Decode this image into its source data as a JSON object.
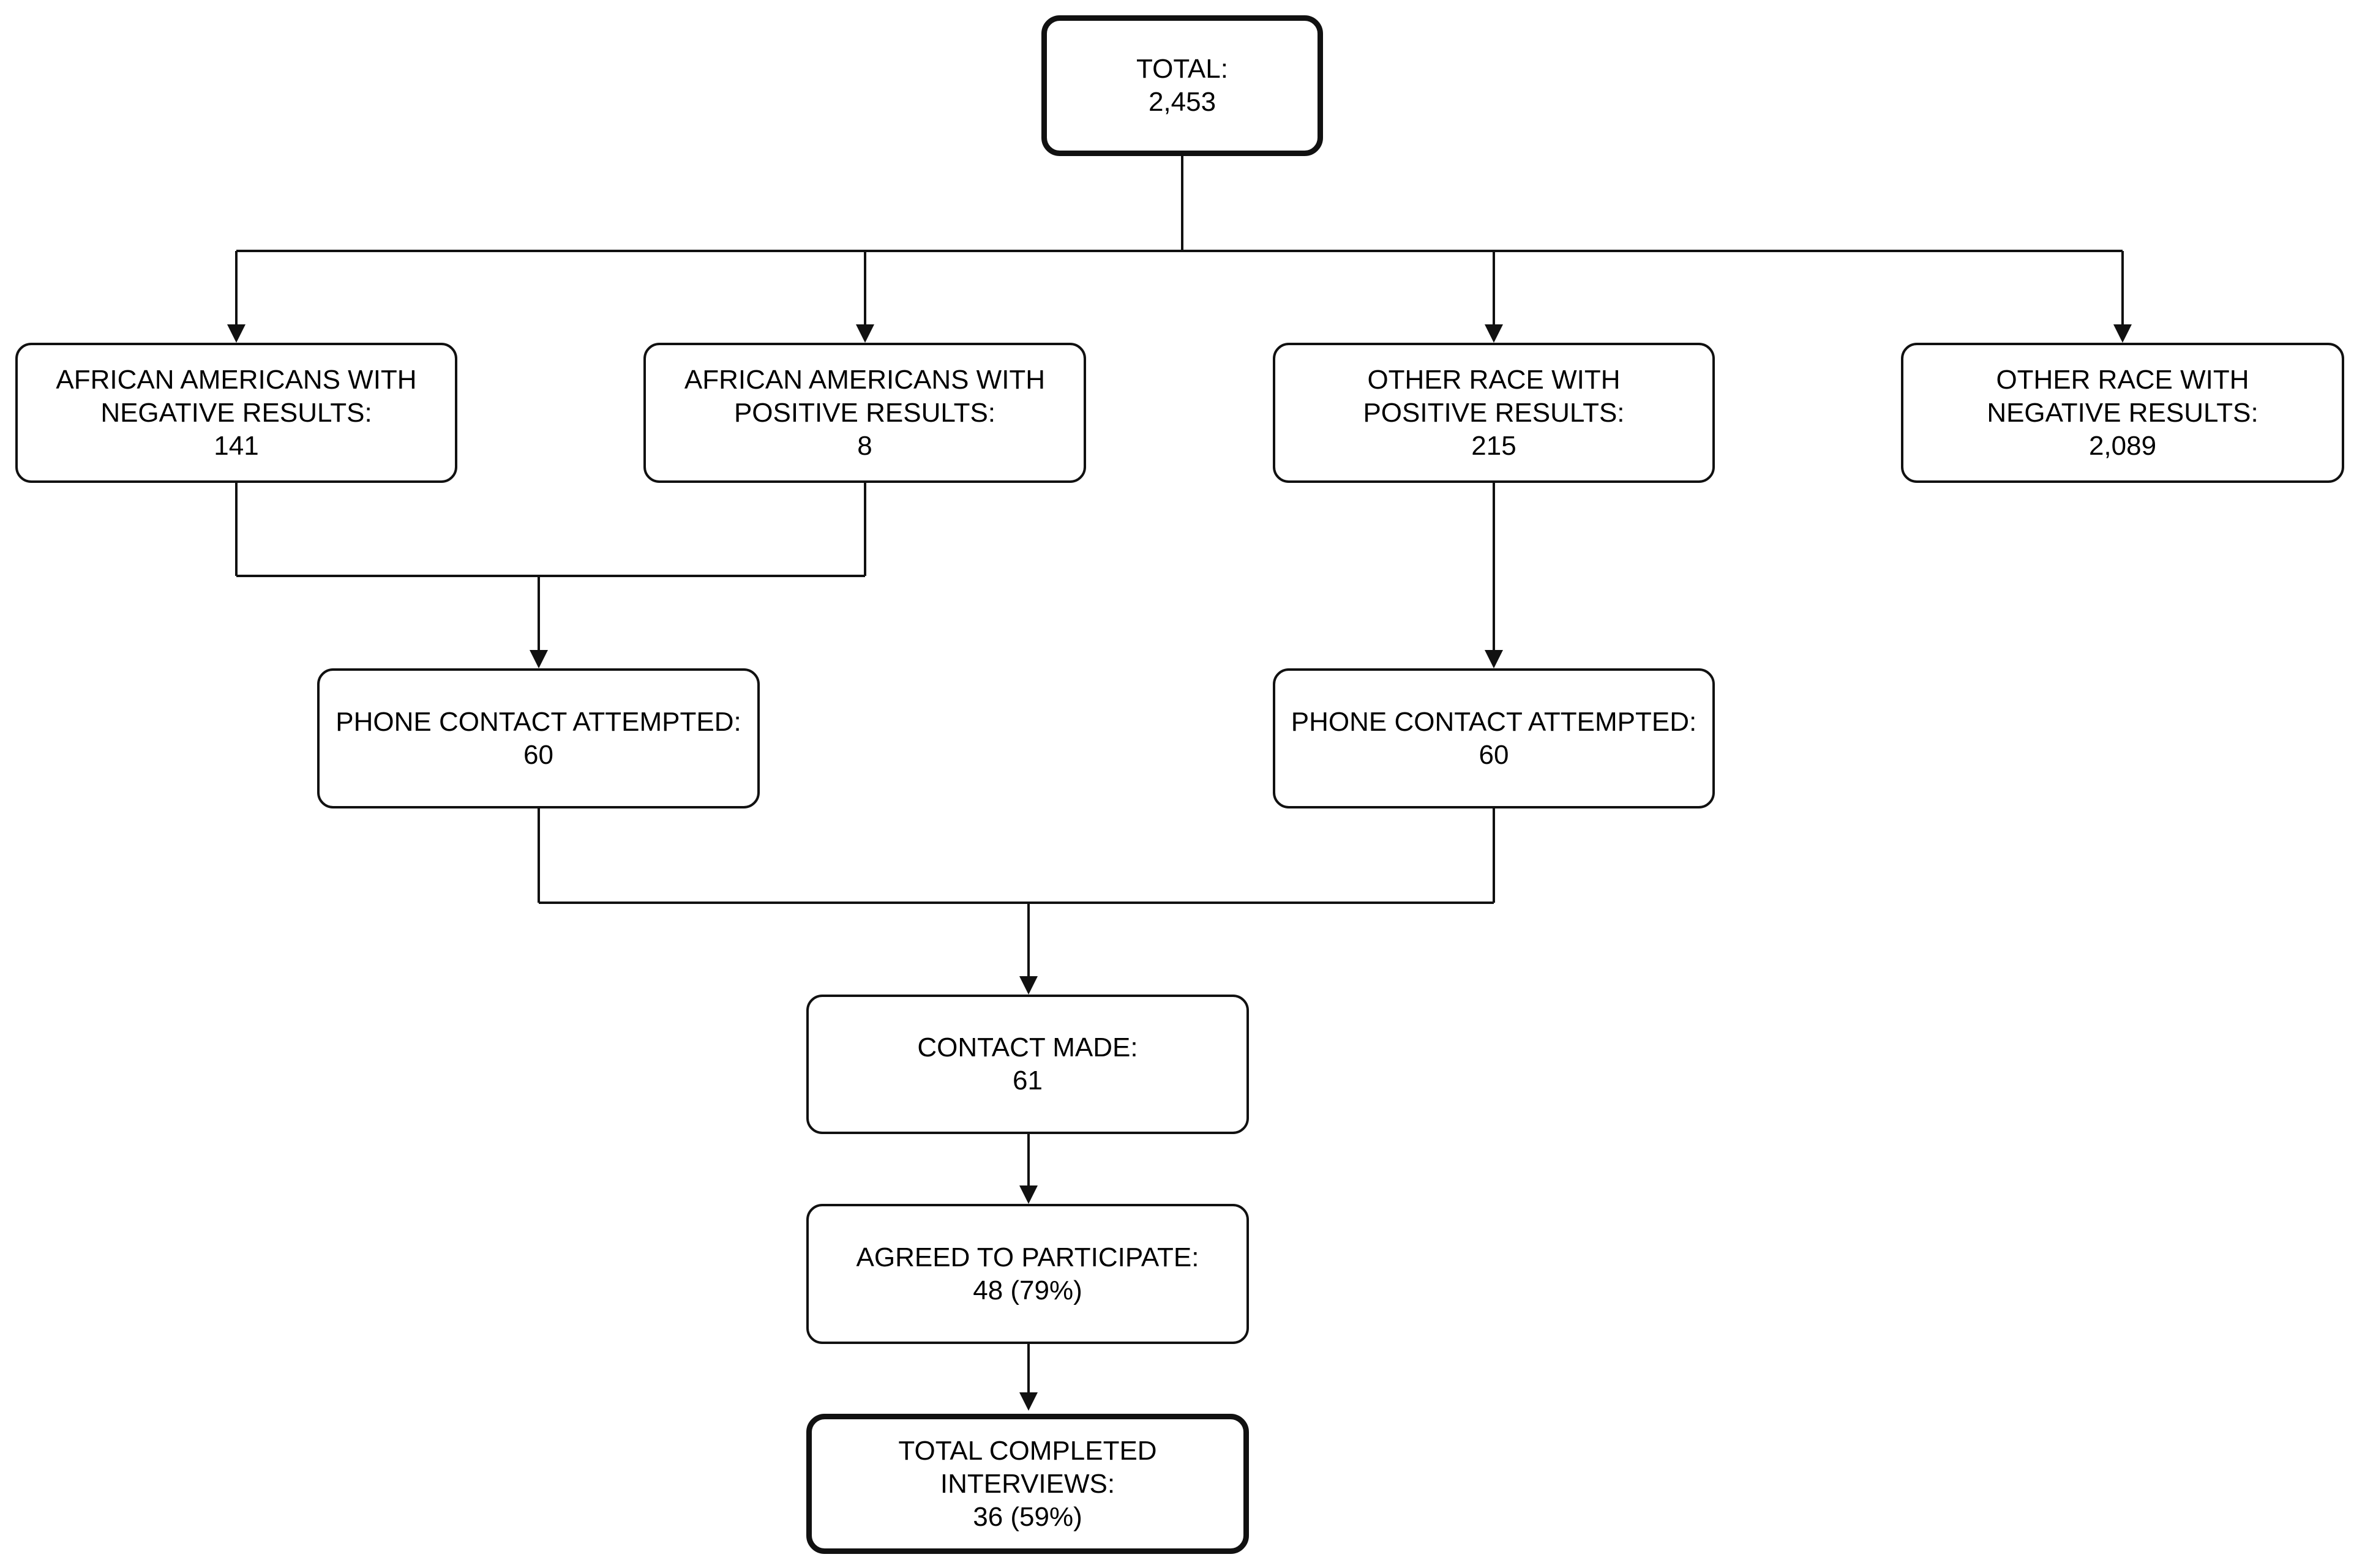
{
  "diagram": {
    "nodes": {
      "total": {
        "line1": "TOTAL:",
        "line2": "2,453"
      },
      "aa_negative": {
        "line1": "AFRICAN AMERICANS WITH",
        "line2": "NEGATIVE RESULTS:",
        "line3": "141"
      },
      "aa_positive": {
        "line1": "AFRICAN AMERICANS WITH",
        "line2": "POSITIVE RESULTS:",
        "line3": "8"
      },
      "other_positive": {
        "line1": "OTHER RACE WITH",
        "line2": "POSITIVE RESULTS:",
        "line3": "215"
      },
      "other_negative": {
        "line1": "OTHER RACE WITH",
        "line2": "NEGATIVE RESULTS:",
        "line3": "2,089"
      },
      "phone_left": {
        "line1": "PHONE CONTACT ATTEMPTED:",
        "line2": "60"
      },
      "phone_right": {
        "line1": "PHONE CONTACT ATTEMPTED:",
        "line2": "60"
      },
      "contact_made": {
        "line1": "CONTACT MADE:",
        "line2": "61"
      },
      "agreed": {
        "line1": "AGREED TO PARTICIPATE:",
        "line2": "48 (79%)"
      },
      "completed": {
        "line1": "TOTAL COMPLETED",
        "line2": "INTERVIEWS:",
        "line3": "36 (59%)"
      }
    },
    "edges": [
      {
        "from": "total",
        "to": "aa_negative"
      },
      {
        "from": "total",
        "to": "aa_positive"
      },
      {
        "from": "total",
        "to": "other_positive"
      },
      {
        "from": "total",
        "to": "other_negative"
      },
      {
        "from": "aa_negative",
        "to": "phone_left"
      },
      {
        "from": "aa_positive",
        "to": "phone_left"
      },
      {
        "from": "other_positive",
        "to": "phone_right"
      },
      {
        "from": "phone_left",
        "to": "contact_made"
      },
      {
        "from": "phone_right",
        "to": "contact_made"
      },
      {
        "from": "contact_made",
        "to": "agreed"
      },
      {
        "from": "agreed",
        "to": "completed"
      }
    ],
    "colors": {
      "line": "#111111",
      "box_fill": "#ffffff",
      "text": "#000000"
    }
  }
}
